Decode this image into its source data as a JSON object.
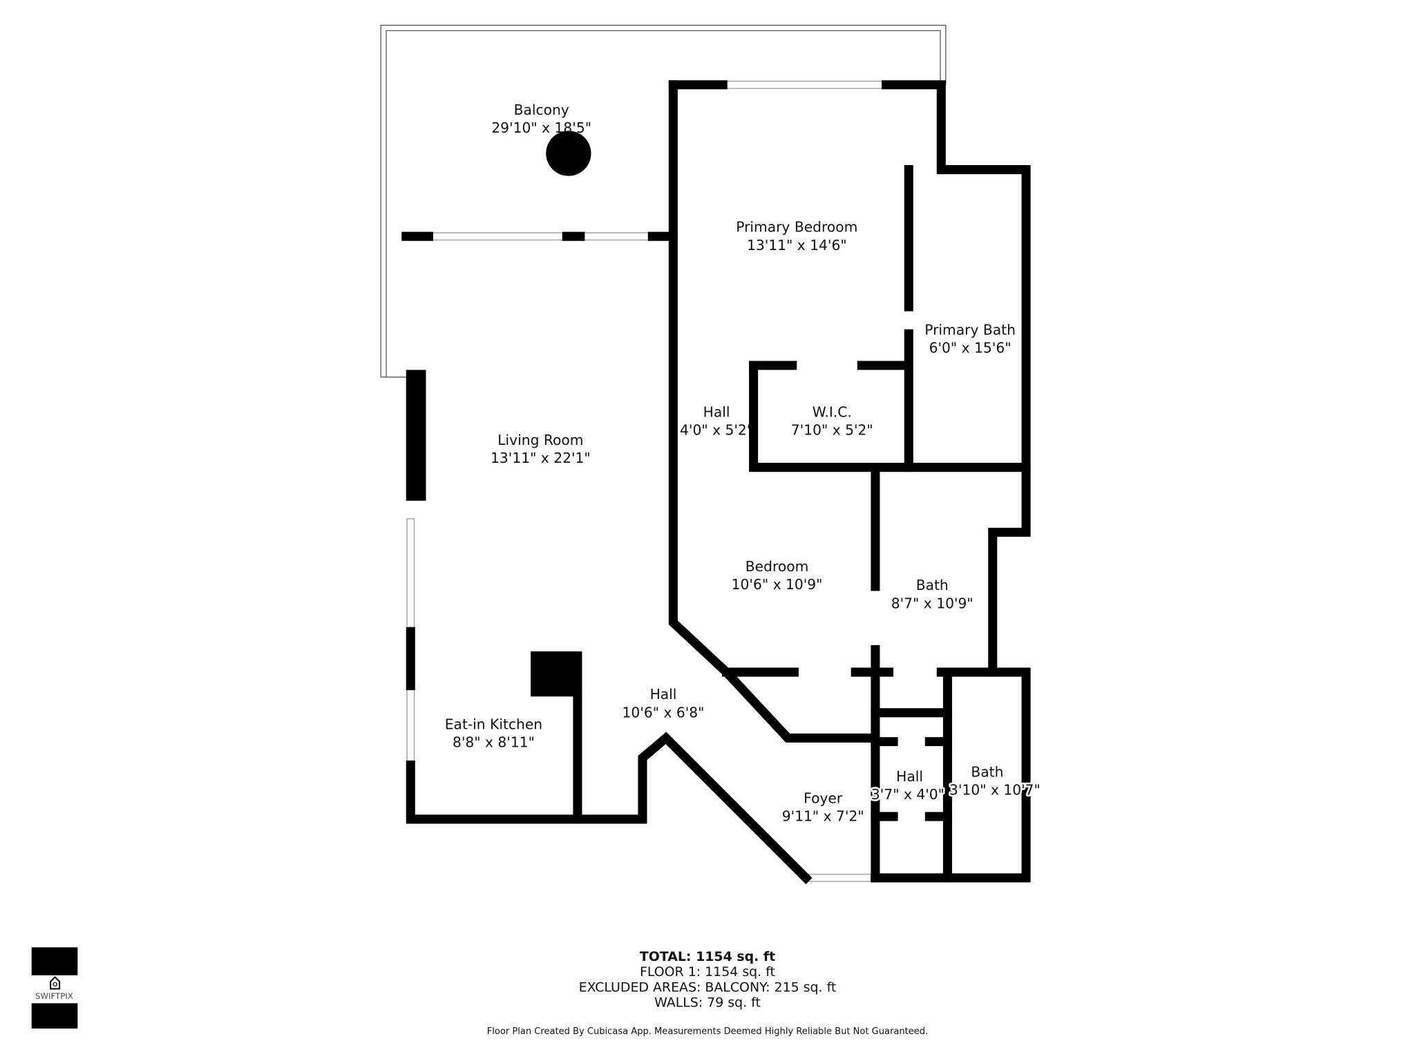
{
  "rooms": [
    {
      "name": "Balcony",
      "size": "29'10\" x 18'5\""
    },
    {
      "name": "Primary Bedroom",
      "size": "13'11\" x 14'6\""
    },
    {
      "name": "Primary Bath",
      "size": "6'0\" x 15'6\""
    },
    {
      "name": "Hall",
      "size": "4'0\" x 5'2\""
    },
    {
      "name": "W.I.C.",
      "size": "7'10\" x 5'2\""
    },
    {
      "name": "Living Room",
      "size": "13'11\" x 22'1\""
    },
    {
      "name": "Bedroom",
      "size": "10'6\" x 10'9\""
    },
    {
      "name": "Bath",
      "size": "8'7\" x 10'9\""
    },
    {
      "name": "Hall",
      "size": "10'6\" x 6'8\""
    },
    {
      "name": "Eat-in Kitchen",
      "size": "8'8\" x 8'11\""
    },
    {
      "name": "Hall",
      "size": "3'7\" x 4'0\""
    },
    {
      "name": "Bath",
      "size": "3'10\" x 10'7\""
    },
    {
      "name": "Foyer",
      "size": "9'11\" x 7'2\""
    }
  ],
  "summary": {
    "total": "TOTAL: 1154 sq. ft",
    "floor1": "FLOOR 1: 1154 sq. ft",
    "excluded": "EXCLUDED AREAS: BALCONY: 215 sq. ft",
    "walls": "WALLS: 79 sq. ft"
  },
  "disclaimer": "Floor Plan Created By Cubicasa App. Measurements Deemed Highly Reliable But Not Guaranteed.",
  "logo": {
    "text": "SWIFTPIX"
  }
}
